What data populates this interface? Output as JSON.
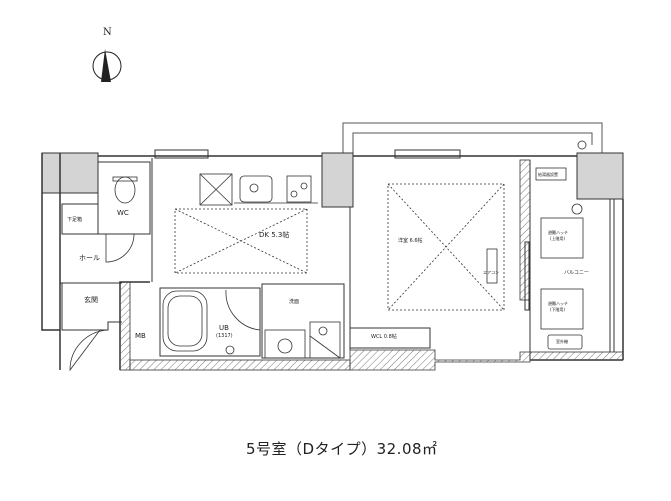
{
  "compass": {
    "label": "N"
  },
  "rooms": {
    "wc": "WC",
    "shoe_box": "下足箱",
    "hall": "ホール",
    "entrance": "玄関",
    "mb": "MB",
    "dk": "DK  5.3帖",
    "unit_bath": "UB",
    "unit_bath_size": "(1317)",
    "washroom": "洗面",
    "western_room": "洋室  6.6帖",
    "aircon": "エアコン",
    "wcl": "WCL  0.8帖",
    "balcony": "バルコニー",
    "evac_hatch_upper": "避難ハッチ",
    "evac_hatch_upper_sub": "(上階用)",
    "evac_hatch_lower": "避難ハッチ",
    "evac_hatch_lower_sub": "(下階用)",
    "outdoor_unit": "室外機",
    "water_heater": "給湯器設置"
  },
  "caption": "5号室（Dタイプ）32.08㎡",
  "colors": {
    "line": "#333333",
    "wall_fill": "#d4d4d4",
    "hatch": "#888888",
    "background": "#ffffff"
  }
}
